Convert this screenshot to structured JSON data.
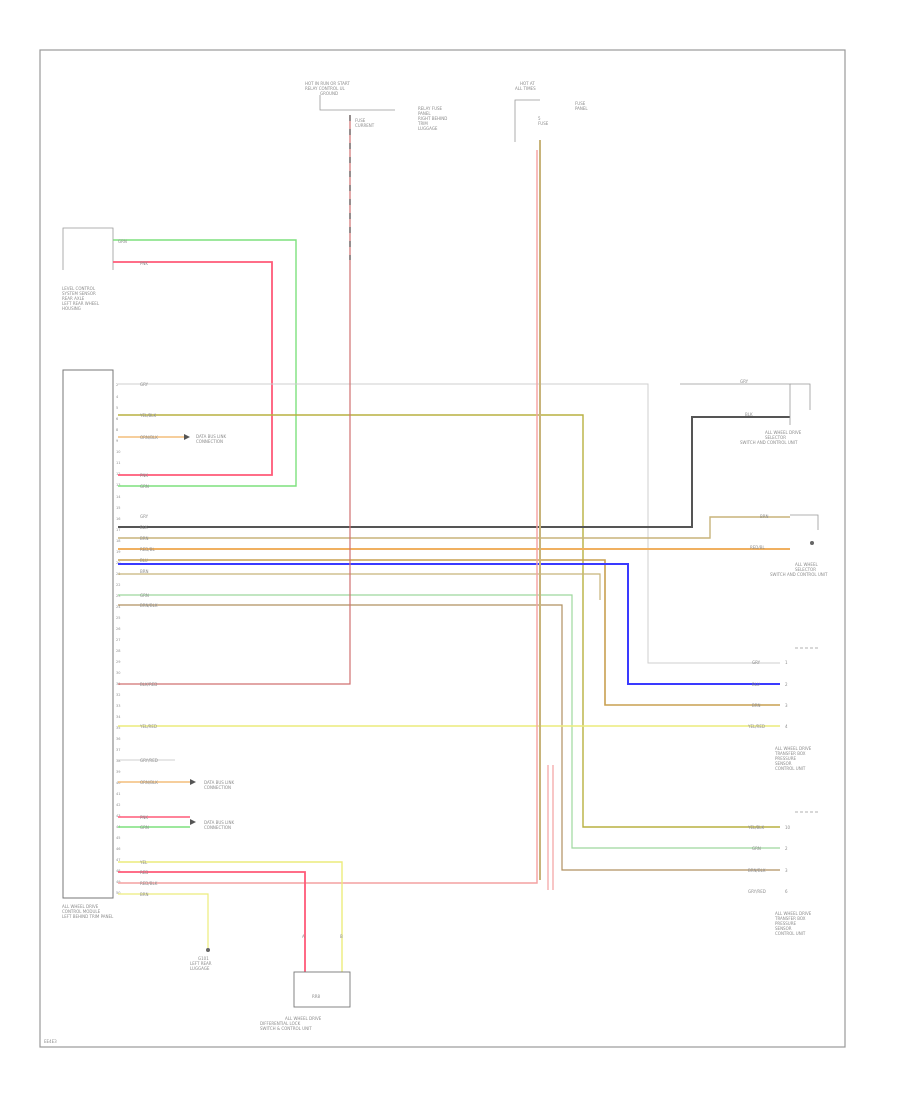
{
  "diagram": {
    "footer_code": "ЕЕ4ЕЗ",
    "colors": {
      "wire_gray": "#cfcfcf",
      "wire_green": "#7de07d",
      "wire_pink": "#ff5a78",
      "wire_red": "#f4a0a0",
      "wire_yellow": "#ecec7c",
      "wire_tan": "#c8b47a",
      "wire_orange": "#f0b060",
      "wire_blue": "#3a3aff",
      "wire_dark": "#555555",
      "wire_olive": "#b8b040",
      "frame": "#999999"
    },
    "wire_colors": [
      "GRY",
      "YEL/BLK",
      "ORN/BLK",
      "PNK",
      "GRN",
      "GRY",
      "BLK",
      "BRN",
      "RED/BL",
      "BLU",
      "BRN",
      "GRN",
      "BRN/BLK",
      "BLK/RED",
      "YEL/RED",
      "GRY/RED",
      "ORN/BLK",
      "PNK",
      "GRN",
      "YEL",
      "RED",
      "RED/BLK",
      "BRN"
    ],
    "top_fuse_left": "HOT IN RUN OR START\nRELAY CONTROL UL\nGROUND\nFUSE\nCURRENT",
    "top_fuse_right": "HOT AT\nALL TIMES\nFUSE\nPANEL",
    "level_sensor": "LEVEL CONTROL\nSYSTEM SENSOR\nREAR AXLE\nLEFT REAR WHEEL\nHOUSING",
    "main_module": "ALL WHEEL DRIVE\nCONTROL MODULE\nLEFT BEHIND\nTRIM PANEL",
    "ground_label": "G101\nLEFT REAR\nLUGGAGE",
    "top_right_module": "ALL WHEEL DRIVE\nSELECTOR\nSWITCH AND CONTROL UNIT",
    "mid_right_module": "ALL WHEEL\nSELECTOR\nSWITCH AND CONTROL UNIT",
    "lower_right_1": "ALL WHEEL DRIVE\nTRANSFER BOX\nPRESSURE\nSENSOR\nCONTROL UNIT",
    "lower_right_2": "ALL WHEEL DRIVE\nTRANSFER BOX\nPRESSURE\nSENSOR\nCONTROL UNIT",
    "bottom_module": "ALL WHEEL DRIVE\nDIFFERENTIAL LOCK\nSWITCH & CONTROL UNIT",
    "splice_note_1": "DATA BUS LINK\nCONNECTION",
    "splice_note_2": "DATA BUS LINK\nCONNECTION",
    "splice_note_3": "DATA BUS LINK\nCONNECTION"
  }
}
